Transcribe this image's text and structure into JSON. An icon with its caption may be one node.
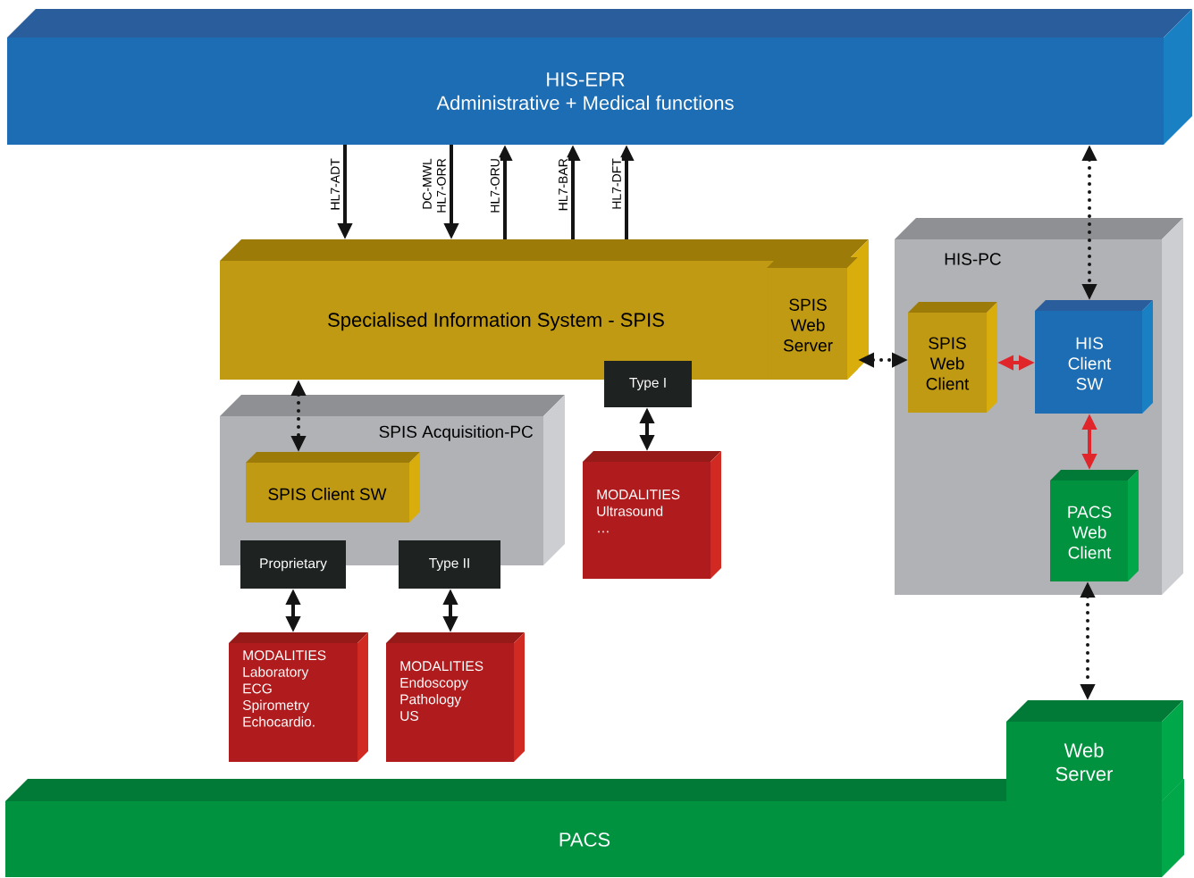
{
  "diagram": {
    "nodes": [
      {
        "text": [
          "HIS-EPR",
          "Administrative + Medical functions"
        ]
      },
      {
        "text": [
          "Specialised Information System - SPIS"
        ]
      },
      {
        "text": [
          "SPIS Web Server"
        ],
        "in": 1
      },
      {
        "text": [
          "SPIS Acquisition-PC"
        ]
      },
      {
        "text": [
          "SPIS Client SW"
        ],
        "in": 3
      },
      {
        "text": [
          "Proprietary"
        ]
      },
      {
        "text": [
          "Type II"
        ]
      },
      {
        "text": [
          "Type I"
        ]
      },
      {
        "text": [
          "HIS-PC"
        ]
      },
      {
        "text": [
          "SPIS Web Client"
        ],
        "in": 8
      },
      {
        "text": [
          "HIS Client SW"
        ],
        "in": 8
      },
      {
        "text": [
          "PACS Web Client"
        ],
        "in": 8
      },
      {
        "text": [
          "MODALITIES Ultrasound …"
        ]
      },
      {
        "text": [
          "MODALITIES Laboratory ECG Spirometry Echocardio."
        ]
      },
      {
        "text": [
          "MODALITIES Endoscopy Pathology US"
        ]
      },
      {
        "text": [
          "PACS"
        ]
      },
      {
        "text": [
          "Web Server"
        ]
      }
    ],
    "edges": [
      {
        "from": 0,
        "to": 1,
        "arrow": "to",
        "label": "HL7-ADT"
      },
      {
        "from": 0,
        "to": 1,
        "arrow": "to",
        "label": "DC-MWL HL7-ORR"
      },
      {
        "from": 1,
        "to": 0,
        "arrow": "to",
        "label": "HL7-ORU"
      },
      {
        "from": 1,
        "to": 0,
        "arrow": "to",
        "label": "HL7-BAR"
      },
      {
        "from": 1,
        "to": 0,
        "arrow": "to",
        "label": "HL7-DFT"
      },
      {
        "from": 0,
        "to": 10,
        "arrow": "both",
        "style": "dashed"
      },
      {
        "from": 2,
        "to": 9,
        "arrow": "both",
        "style": "dashed"
      },
      {
        "from": 9,
        "to": 10,
        "arrow": "both",
        "color": "#e0262a"
      },
      {
        "from": 10,
        "to": 11,
        "arrow": "both",
        "color": "#e0262a"
      },
      {
        "from": 11,
        "to": 16,
        "arrow": "both",
        "style": "dashed"
      },
      {
        "from": 1,
        "to": 4,
        "arrow": "both",
        "style": "dashed"
      },
      {
        "from": 5,
        "to": 13,
        "arrow": "both"
      },
      {
        "from": 6,
        "to": 14,
        "arrow": "both"
      },
      {
        "from": 7,
        "to": 12,
        "arrow": "both"
      }
    ]
  }
}
